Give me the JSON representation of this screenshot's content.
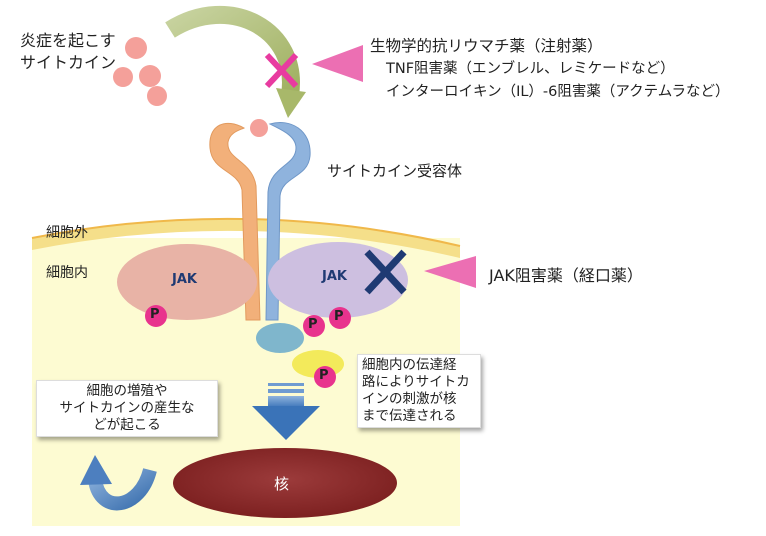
{
  "cytokine_label": [
    "炎症を起こす",
    "サイトカイン"
  ],
  "biologic": {
    "title": "生物学的抗リウマチ薬（注射薬）",
    "line1": "TNF阻害薬（エンブレル、レミケードなど）",
    "line2": "インターロイキン（IL）-6阻害薬（アクテムラなど）"
  },
  "receptor_label": "サイトカイン受容体",
  "extracellular_label": "細胞外",
  "intracellular_label": "細胞内",
  "jak_left_label": "JAK",
  "jak_right_label": "JAK",
  "jak_inhibitor_label": "JAK阻害薬（経口薬）",
  "phosphate_label": "P",
  "signal_box": [
    "細胞内の伝達経",
    "路によりサイトカ",
    "インの刺激が核",
    "まで伝達される"
  ],
  "response_box": [
    "細胞の増殖や",
    "サイトカインの産生な",
    "どが起こる"
  ],
  "nucleus_label": "核"
}
